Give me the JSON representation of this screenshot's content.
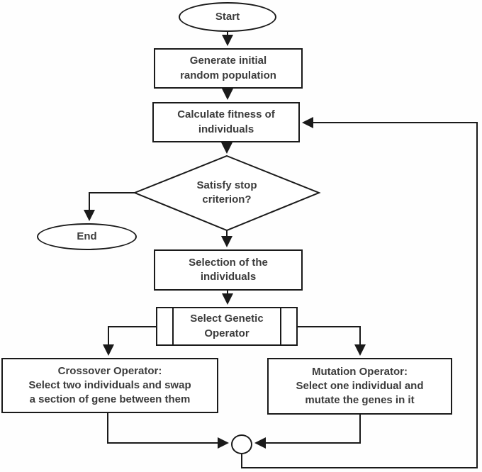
{
  "diagram": {
    "type": "flowchart",
    "colors": {
      "line": "#1a1a1a",
      "text": "#3c3c3c",
      "background": "#ffffff",
      "node_fill": "#ffffff"
    },
    "nodes": {
      "start": "Start",
      "generate": "Generate initial\nrandom population",
      "calculate": "Calculate fitness of\nindividuals",
      "decision": "Satisfy stop\ncriterion?",
      "end": "End",
      "selection": "Selection of the\nindividuals",
      "operator": "Select Genetic\nOperator",
      "crossover": "Crossover Operator:\nSelect two individuals and swap\na section of gene between them",
      "mutation": "Mutation Operator:\nSelect one individual and\nmutate the genes in it",
      "merge": ""
    },
    "node_shapes": {
      "start": "terminator-ellipse",
      "generate": "process-rectangle",
      "calculate": "process-rectangle",
      "decision": "decision-diamond",
      "end": "terminator-ellipse",
      "selection": "process-rectangle",
      "operator": "predefined-process-rectangle",
      "crossover": "process-rectangle",
      "mutation": "process-rectangle",
      "merge": "connector-circle"
    },
    "edges": [
      {
        "from": "start",
        "to": "generate"
      },
      {
        "from": "generate",
        "to": "calculate"
      },
      {
        "from": "calculate",
        "to": "decision"
      },
      {
        "from": "decision",
        "to": "end"
      },
      {
        "from": "decision",
        "to": "selection"
      },
      {
        "from": "selection",
        "to": "operator"
      },
      {
        "from": "operator",
        "to": "crossover"
      },
      {
        "from": "operator",
        "to": "mutation"
      },
      {
        "from": "crossover",
        "to": "merge"
      },
      {
        "from": "mutation",
        "to": "merge"
      },
      {
        "from": "merge",
        "to": "calculate"
      }
    ]
  }
}
